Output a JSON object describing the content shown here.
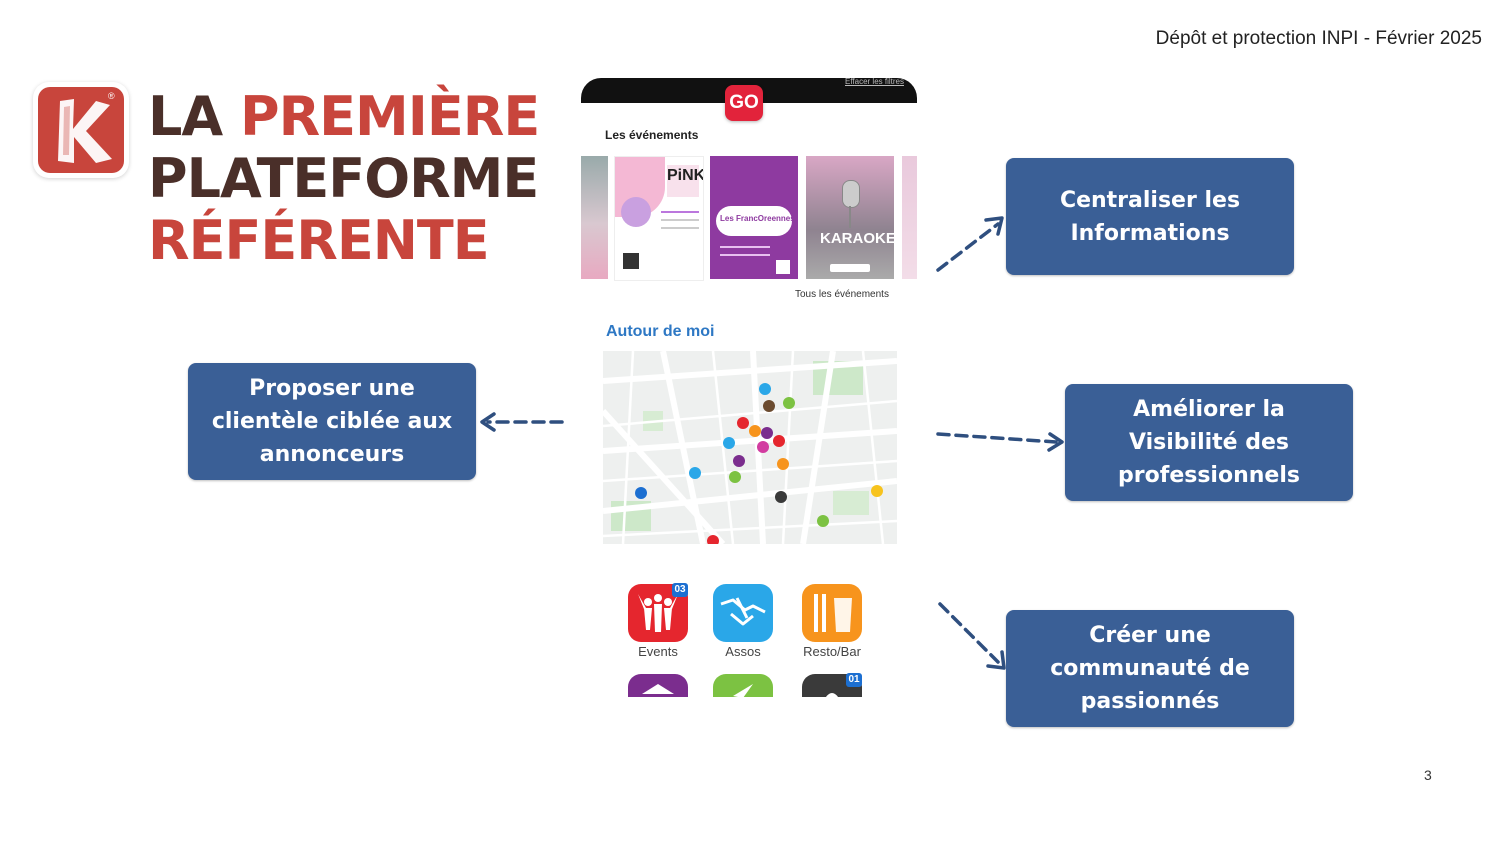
{
  "header": {
    "note": "Dépôt et protection INPI - Février 2025"
  },
  "page_number": "3",
  "logo": {
    "letter": "k",
    "mark": "®"
  },
  "headline": {
    "line1_a": "LA ",
    "line1_b": "PREMIÈRE",
    "line2": "PLATEFORME",
    "line3": "RÉFÉRENTE"
  },
  "app": {
    "clear_filters": "Effacer les filtres",
    "go_label": "GO",
    "events_title": "Les événements",
    "posters": [
      {
        "text": ""
      },
      {
        "text": "PiNK"
      },
      {
        "text": "Les FrancOreennes"
      },
      {
        "text": "KARAOKE"
      },
      {
        "text": ""
      }
    ],
    "all_events": "Tous les événements",
    "around_title": "Autour de moi",
    "categories": [
      {
        "label": "Events",
        "badge": "03",
        "color": "#e5262e"
      },
      {
        "label": "Assos",
        "badge": "",
        "color": "#2aa7e8"
      },
      {
        "label": "Resto/Bar",
        "badge": "",
        "color": "#f7941d"
      }
    ],
    "categories_row2": [
      {
        "badge": "",
        "color": "#7b2d8e"
      },
      {
        "badge": "",
        "color": "#7cc242"
      },
      {
        "badge": "01",
        "color": "#3a3a3a"
      }
    ]
  },
  "callouts": {
    "left": "Proposer une clientèle ciblée aux annonceurs",
    "top_right": "Centraliser les Informations",
    "mid_right": "Améliorer la Visibilité des professionnels",
    "bottom_right": "Créer une communauté de passionnés"
  },
  "colors": {
    "brand_red": "#c8453c",
    "brand_dark": "#4a2f29",
    "callout_blue": "#3a5f96"
  }
}
